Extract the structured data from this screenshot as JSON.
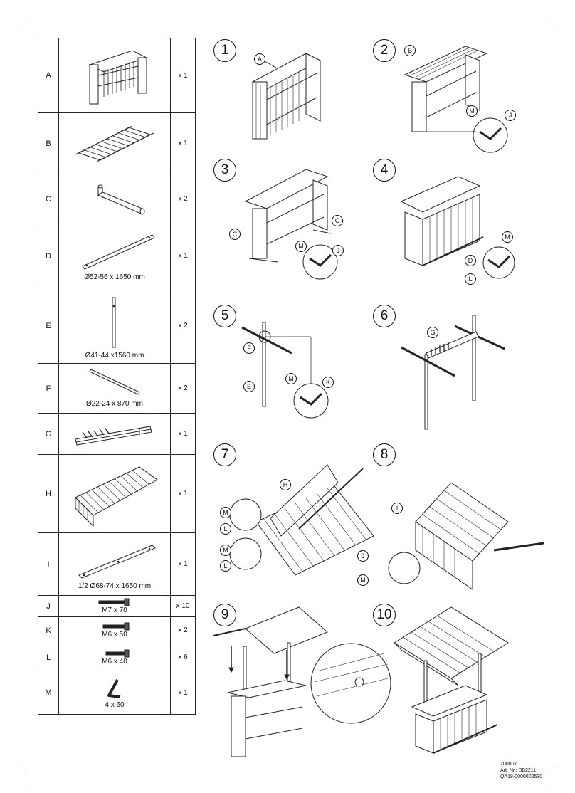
{
  "parts": [
    {
      "letter": "A",
      "qty": "x 1",
      "dim": ""
    },
    {
      "letter": "B",
      "qty": "x 1",
      "dim": ""
    },
    {
      "letter": "C",
      "qty": "x 2",
      "dim": ""
    },
    {
      "letter": "D",
      "qty": "x 1",
      "dim": "Ø52-56 x 1650 mm"
    },
    {
      "letter": "E",
      "qty": "x 2",
      "dim": "Ø41-44 x1560 mm"
    },
    {
      "letter": "F",
      "qty": "x 2",
      "dim": "Ø22-24 x 870 mm"
    },
    {
      "letter": "G",
      "qty": "x 1",
      "dim": ""
    },
    {
      "letter": "H",
      "qty": "x 1",
      "dim": ""
    },
    {
      "letter": "I",
      "qty": "x 1",
      "dim": "1/2 Ø68-74 x 1650 mm"
    },
    {
      "letter": "J",
      "qty": "x 10",
      "dim": "M7 x 70"
    },
    {
      "letter": "K",
      "qty": "x 2",
      "dim": "M6 x 50"
    },
    {
      "letter": "L",
      "qty": "x 6",
      "dim": "M6 x 40"
    },
    {
      "letter": "M",
      "qty": "x 1",
      "dim": "4 x 60"
    }
  ],
  "steps": [
    {
      "num": "1",
      "callouts": [
        "A"
      ]
    },
    {
      "num": "2",
      "callouts": [
        "B",
        "M",
        "J"
      ]
    },
    {
      "num": "3",
      "callouts": [
        "C",
        "C",
        "M",
        "J"
      ]
    },
    {
      "num": "4",
      "callouts": [
        "M",
        "D",
        "L"
      ]
    },
    {
      "num": "5",
      "callouts": [
        "F",
        "E",
        "M",
        "K"
      ]
    },
    {
      "num": "6",
      "callouts": [
        "G"
      ]
    },
    {
      "num": "7",
      "callouts": [
        "H",
        "M",
        "L",
        "M",
        "L"
      ]
    },
    {
      "num": "8",
      "callouts": [
        "I",
        "J",
        "M"
      ]
    },
    {
      "num": "9",
      "callouts": []
    },
    {
      "num": "10",
      "callouts": []
    }
  ],
  "footer": {
    "line1": "200807",
    "line2": "Art. Nr.: BB2211",
    "line3": "QA18-0000002530"
  }
}
